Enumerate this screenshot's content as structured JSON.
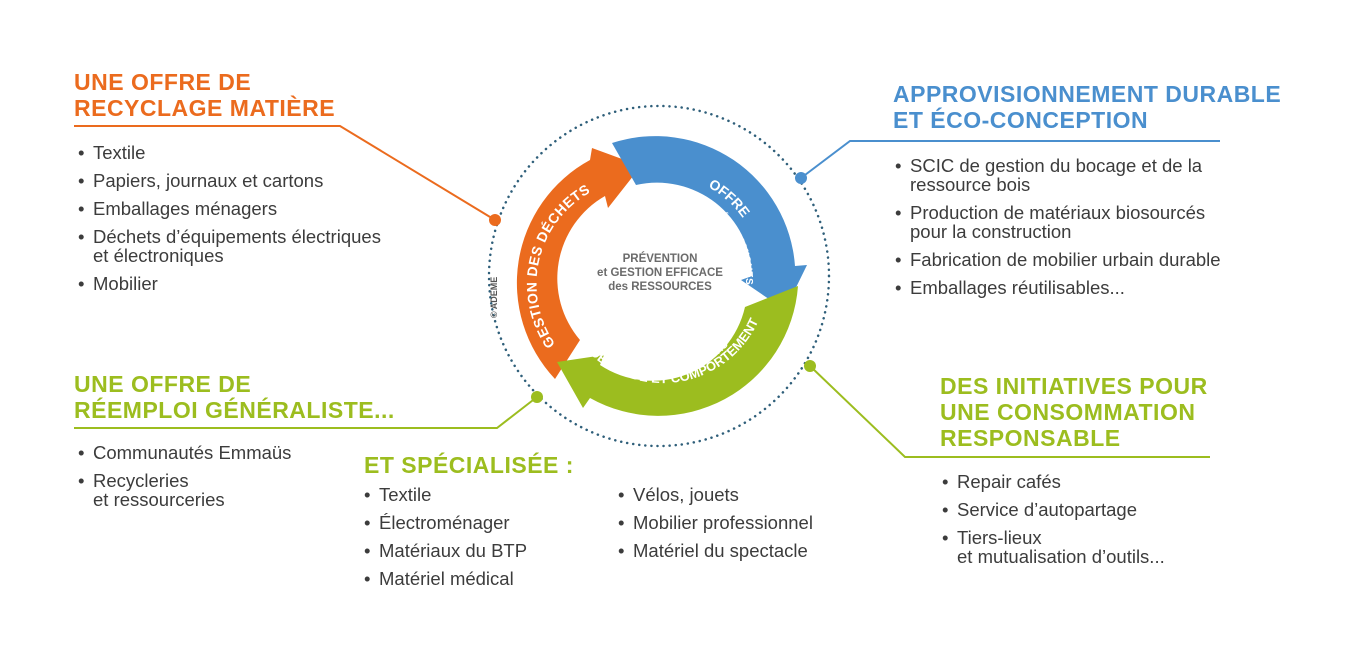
{
  "top_left": {
    "title_line1": "UNE OFFRE DE",
    "title_line2": "RECYCLAGE MATIÈRE",
    "items": [
      "Textile",
      "Papiers, journaux et cartons",
      "Emballages ménagers",
      "Déchets d’équipements électriques",
      "et électroniques",
      "Mobilier"
    ]
  },
  "top_right": {
    "title_line1": "APPROVISIONNEMENT DURABLE",
    "title_line2": "ET ÉCO-CONCEPTION",
    "items": [
      "SCIC de gestion du bocage et de la",
      "ressource bois",
      "Production de matériaux biosourcés",
      "pour la construction",
      "Fabrication de mobilier urbain durable",
      "Emballages réutilisables..."
    ]
  },
  "bottom_left": {
    "title_line1": "UNE OFFRE DE",
    "title_line2": "RÉEMPLOI GÉNÉRALISTE...",
    "items": [
      "Communautés Emmaüs",
      "Recycleries",
      "et ressourceries"
    ]
  },
  "bottom_middle": {
    "title": "ET SPÉCIALISÉE :",
    "col1": [
      "Textile",
      "Électroménager",
      "Matériaux du BTP",
      "Matériel médical"
    ],
    "col2": [
      "Vélos, jouets",
      "Mobilier professionnel",
      "Matériel du spectacle"
    ]
  },
  "bottom_right": {
    "title_line1": "DES INITIATIVES POUR",
    "title_line2": "UNE CONSOMMATION",
    "title_line3": "RESPONSABLE",
    "items": [
      "Repair cafés",
      "Service d’autopartage",
      "Tiers-lieux",
      "et mutualisation d’outils..."
    ]
  },
  "center": {
    "line1": "PRÉVENTION",
    "line2a": "et",
    "line2b": "GESTION EFFICACE",
    "line3a": "des",
    "line3b": "RESSOURCES",
    "copyright": "© ADEME"
  },
  "arrows": {
    "orange_label": "GESTION DES DÉCHETS",
    "blue_label_main": "OFFRE",
    "blue_label_sub": "des ACTEURS ÉCONOMIQUES",
    "green_label_main": "DEMANDE ET COMPORTEMENT",
    "green_label_sub": "des CONSOMMATEURS"
  },
  "colors": {
    "orange": "#eb6b1e",
    "blue": "#4a8fce",
    "green": "#9cbd1f",
    "text": "#3c3c3c",
    "dotted_ring": "#2f5f7a"
  }
}
